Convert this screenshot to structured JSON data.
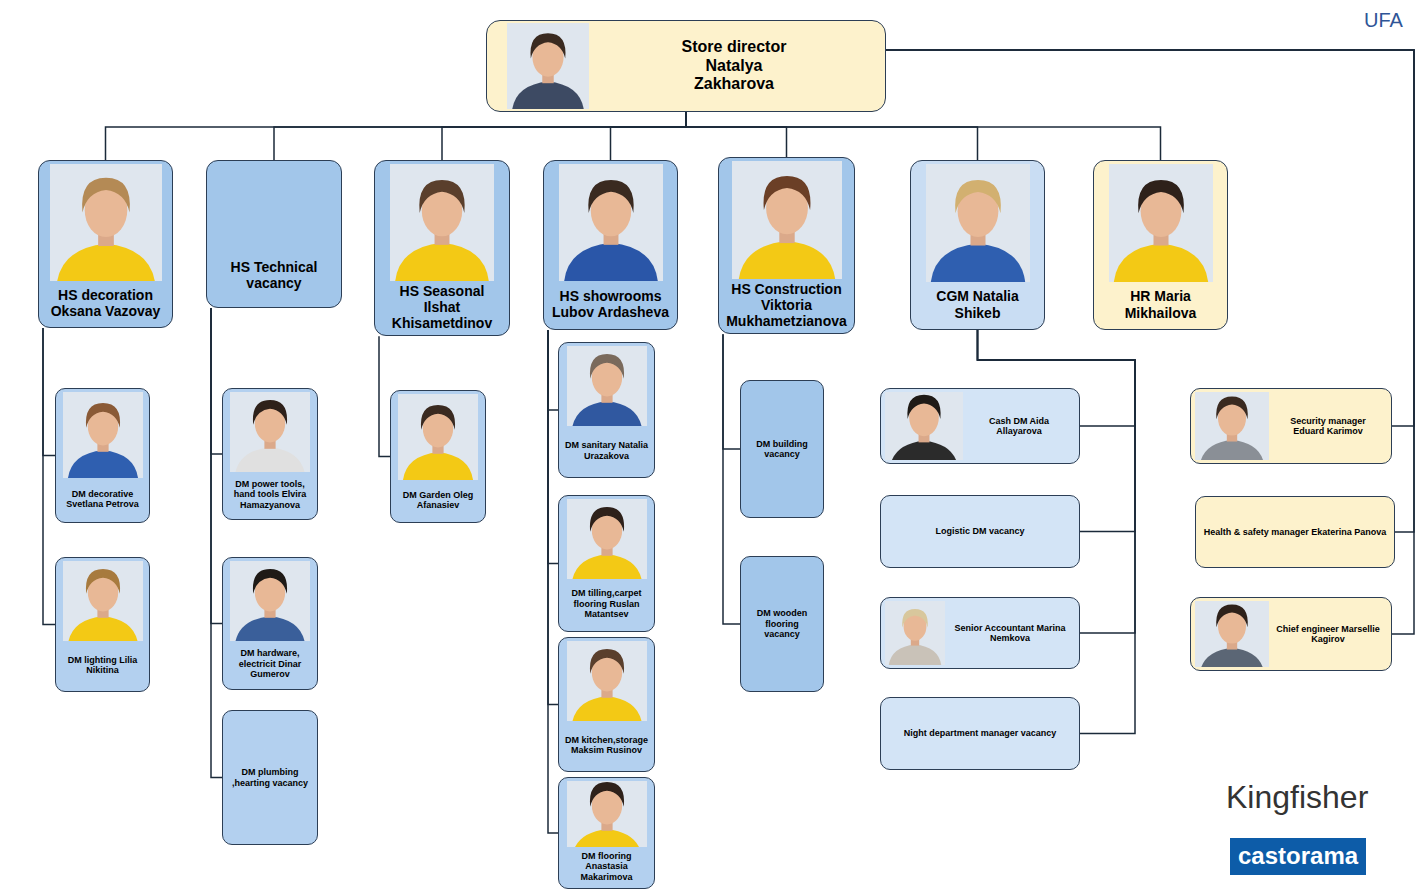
{
  "diagram": {
    "nodes": [
      {
        "text": [
          "Store director Natalya Zakharova"
        ]
      },
      {
        "text": [
          "HS decoration Oksana Vazovay"
        ]
      },
      {
        "text": [
          "HS Technical vacancy"
        ]
      },
      {
        "text": [
          "HS Seasonal Ilshat Khisametdinov"
        ]
      },
      {
        "text": [
          "HS showrooms Lubov Ardasheva"
        ]
      },
      {
        "text": [
          "HS Construction Viktoria Mukhametzianova"
        ]
      },
      {
        "text": [
          "CGM Natalia Shikeb"
        ]
      },
      {
        "text": [
          "HR Maria Mikhailova"
        ]
      },
      {
        "text": [
          "DM decorative Svetlana Petrova"
        ]
      },
      {
        "text": [
          "DM lighting Lilia Nikitina"
        ]
      },
      {
        "text": [
          "DM power tools, hand tools Elvira Hamazyanova"
        ]
      },
      {
        "text": [
          "DM hardware, electricit Dinar Gumerov"
        ]
      },
      {
        "text": [
          "DM plumbing ,hearting vacancy"
        ]
      },
      {
        "text": [
          "DM Garden Oleg Afanasiev"
        ]
      },
      {
        "text": [
          "DM sanitary Natalia Urazakova"
        ]
      },
      {
        "text": [
          "DM tilling,carpet flooring Ruslan Matantsev"
        ]
      },
      {
        "text": [
          "DM kitchen,storage Maksim Rusinov"
        ]
      },
      {
        "text": [
          "DM flooring Anastasia Makarimova"
        ]
      },
      {
        "text": [
          "DM building vacancy"
        ]
      },
      {
        "text": [
          "DM wooden flooring vacancy"
        ]
      },
      {
        "text": [
          "Cash DM Aida Allayarova"
        ]
      },
      {
        "text": [
          "Logistic DM vacancy"
        ]
      },
      {
        "text": [
          "Senior Accountant Marina Nemkova"
        ]
      },
      {
        "text": [
          "Night department manager vacancy"
        ]
      },
      {
        "text": [
          "Security manager Eduard Karimov"
        ]
      },
      {
        "text": [
          "Health & safety manager Ekaterina Panova"
        ]
      },
      {
        "text": [
          "Chief engineer Marsellie Kagirov"
        ]
      }
    ],
    "edges": [
      {
        "from": 0,
        "to": 1,
        "arrow": "none"
      },
      {
        "from": 0,
        "to": 2,
        "arrow": "none"
      },
      {
        "from": 0,
        "to": 3,
        "arrow": "none"
      },
      {
        "from": 0,
        "to": 4,
        "arrow": "none"
      },
      {
        "from": 0,
        "to": 5,
        "arrow": "none"
      },
      {
        "from": 0,
        "to": 6,
        "arrow": "none"
      },
      {
        "from": 0,
        "to": 7,
        "arrow": "none"
      },
      {
        "from": 1,
        "to": 8,
        "arrow": "none"
      },
      {
        "from": 1,
        "to": 9,
        "arrow": "none"
      },
      {
        "from": 2,
        "to": 10,
        "arrow": "none"
      },
      {
        "from": 2,
        "to": 11,
        "arrow": "none"
      },
      {
        "from": 2,
        "to": 12,
        "arrow": "none"
      },
      {
        "from": 3,
        "to": 13,
        "arrow": "none"
      },
      {
        "from": 4,
        "to": 14,
        "arrow": "none"
      },
      {
        "from": 4,
        "to": 15,
        "arrow": "none"
      },
      {
        "from": 4,
        "to": 16,
        "arrow": "none"
      },
      {
        "from": 4,
        "to": 17,
        "arrow": "none"
      },
      {
        "from": 5,
        "to": 18,
        "arrow": "none"
      },
      {
        "from": 5,
        "to": 19,
        "arrow": "none"
      },
      {
        "from": 6,
        "to": 20,
        "arrow": "none"
      },
      {
        "from": 6,
        "to": 21,
        "arrow": "none"
      },
      {
        "from": 6,
        "to": 22,
        "arrow": "none"
      },
      {
        "from": 6,
        "to": 23,
        "arrow": "none"
      },
      {
        "from": 0,
        "to": 24,
        "arrow": "none"
      },
      {
        "from": 0,
        "to": 25,
        "arrow": "none"
      },
      {
        "from": 0,
        "to": 26,
        "arrow": "none"
      }
    ],
    "labels": [
      "UFA",
      "Kingfisher",
      "castorama"
    ]
  }
}
